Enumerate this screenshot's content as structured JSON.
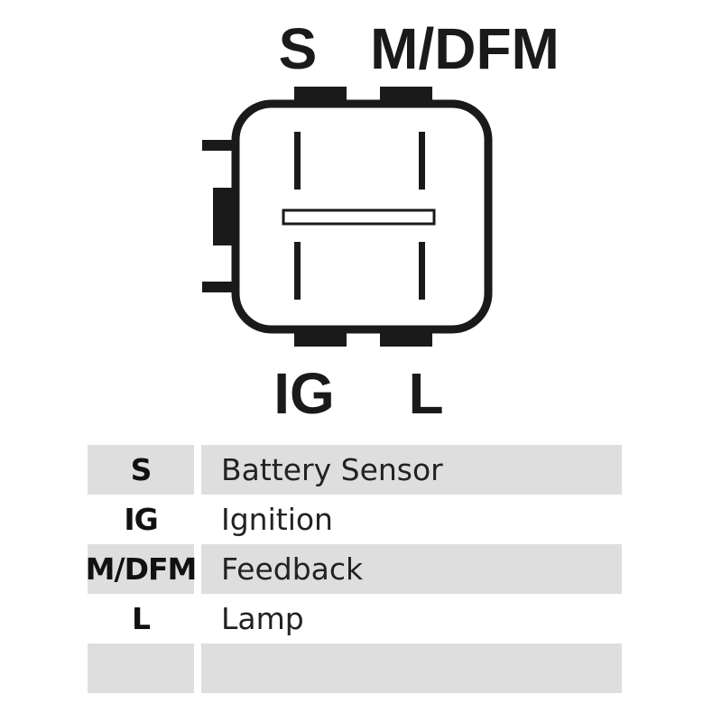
{
  "pins": {
    "top_left": "S",
    "top_right": "M/DFM",
    "bottom_left": "IG",
    "bottom_right": "L"
  },
  "legend": {
    "rows": [
      {
        "code": "S",
        "description": "Battery Sensor",
        "shaded": true
      },
      {
        "code": "IG",
        "description": "Ignition",
        "shaded": false
      },
      {
        "code": "M/DFM",
        "description": "Feedback",
        "shaded": true
      },
      {
        "code": "L",
        "description": "Lamp",
        "shaded": false
      },
      {
        "code": "",
        "description": "",
        "shaded": true
      }
    ]
  },
  "colors": {
    "outline": "#1a1a1a",
    "row_shade": "#dedede",
    "background": "#ffffff"
  }
}
